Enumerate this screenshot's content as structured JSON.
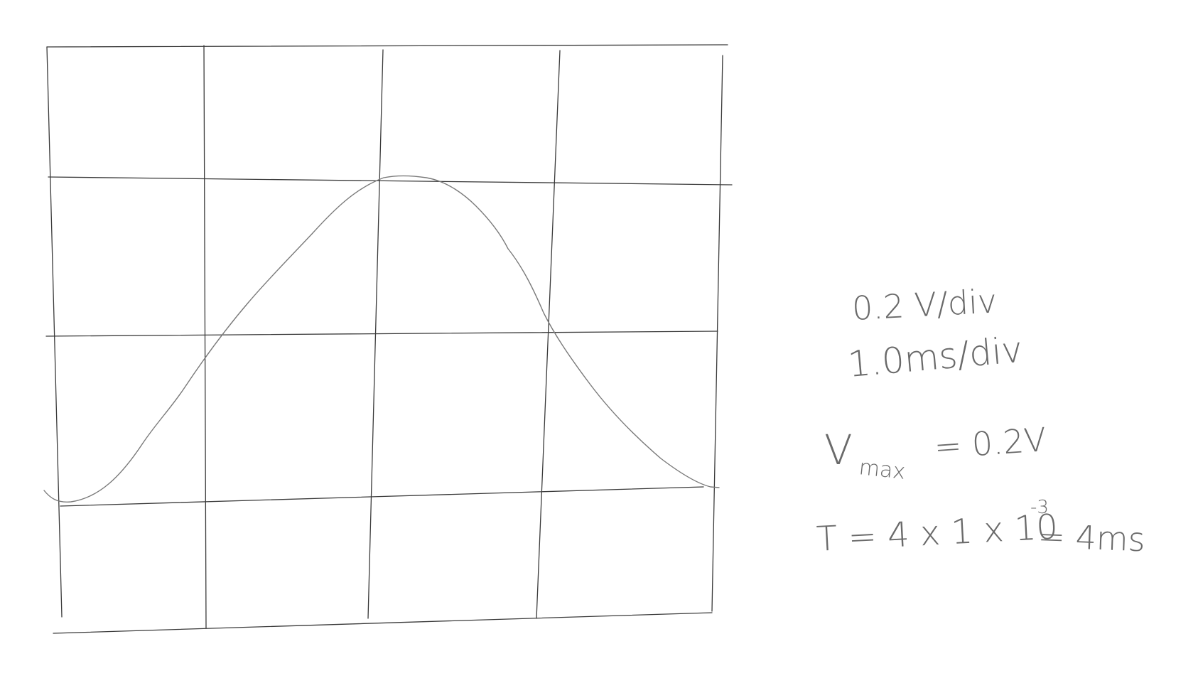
{
  "notes": {
    "volts_per_div": "0.2 V/div",
    "time_per_div": "1.0ms/div",
    "vmax_symbol": "V",
    "vmax_subscript": "max",
    "vmax_value": "= 0.2V",
    "period_expr": "T = 4 x 1 x 10",
    "period_exponent": "-3",
    "period_result": "= 4ms"
  },
  "colors": {
    "grid": "#3a3a3a",
    "trace": "#7a7a7a",
    "ink": "#6a6a6a"
  }
}
